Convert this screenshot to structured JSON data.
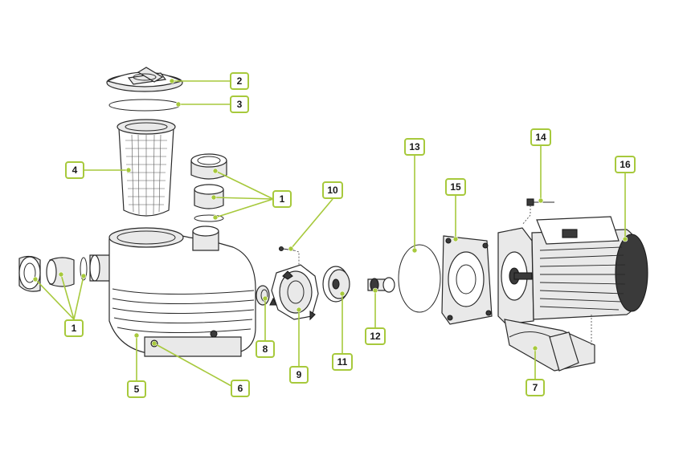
{
  "labels": [
    {
      "id": "label-1-left",
      "text": "1"
    },
    {
      "id": "label-2",
      "text": "2"
    },
    {
      "id": "label-3",
      "text": "3"
    },
    {
      "id": "label-4",
      "text": "4"
    },
    {
      "id": "label-1-right",
      "text": "1"
    },
    {
      "id": "label-5",
      "text": "5"
    },
    {
      "id": "label-6",
      "text": "6"
    },
    {
      "id": "label-7",
      "text": "7"
    },
    {
      "id": "label-8",
      "text": "8"
    },
    {
      "id": "label-9",
      "text": "9"
    },
    {
      "id": "label-10",
      "text": "10"
    },
    {
      "id": "label-11",
      "text": "11"
    },
    {
      "id": "label-12",
      "text": "12"
    },
    {
      "id": "label-13",
      "text": "13"
    },
    {
      "id": "label-14",
      "text": "14"
    },
    {
      "id": "label-15",
      "text": "15"
    },
    {
      "id": "label-16",
      "text": "16"
    }
  ],
  "colors": {
    "accent": "#a7c93c",
    "line": "#2a2a2a",
    "background": "#ffffff"
  }
}
